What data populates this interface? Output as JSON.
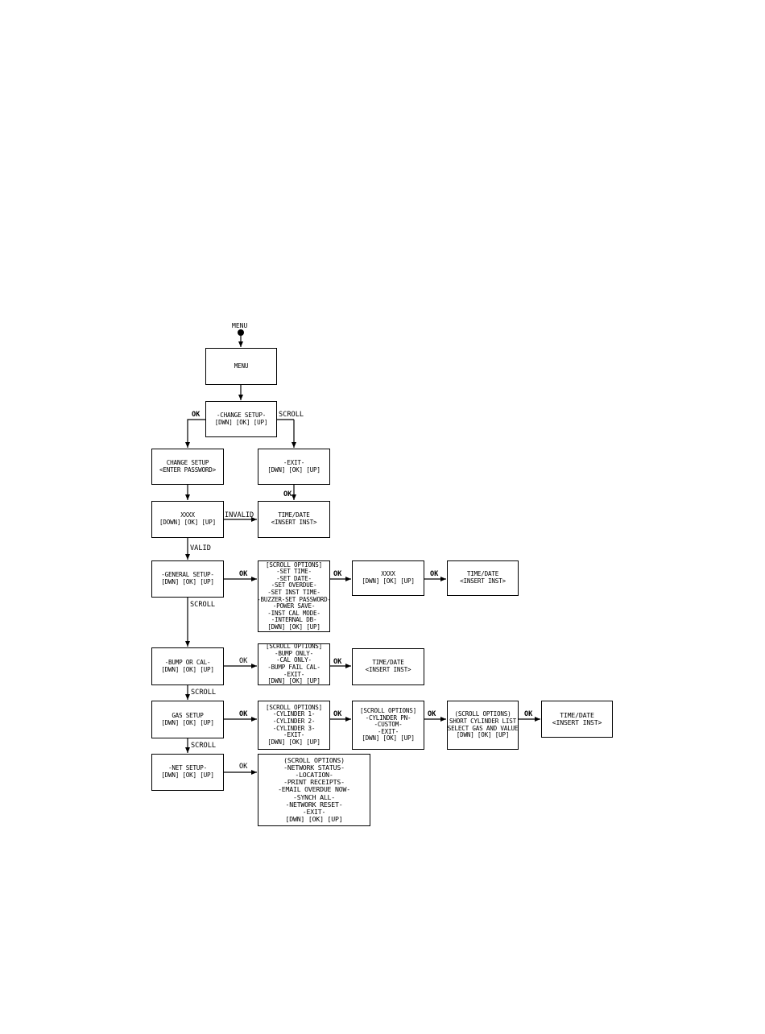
{
  "start_label": "MENU",
  "nodes": {
    "menu": [
      "MENU"
    ],
    "change_setup": [
      "-CHANGE SETUP-",
      "[DWN] [OK] [UP]"
    ],
    "change_setup_pw": [
      "CHANGE SETUP",
      "<ENTER PASSWORD>"
    ],
    "exit": [
      "-EXIT-",
      "[DWN] [OK] [UP]"
    ],
    "password": [
      "XXXX",
      "[DOWN] [OK] [UP]"
    ],
    "time_date_1": [
      "TIME/DATE",
      "<INSERT INST>"
    ],
    "general_setup": [
      "-GENERAL SETUP-",
      "[DWN] [OK] [UP]"
    ],
    "general_options": [
      "[SCROLL OPTIONS]",
      "-SET TIME-",
      "-SET DATE-",
      "-SET OVERDUE-",
      "-SET INST TIME-",
      "-BUZZER-SET PASSWORD-",
      "-POWER SAVE-",
      "-INST CAL MODE-",
      "-INTERNAL DB-",
      "[DWN] [OK] [UP]"
    ],
    "xxxx_2": [
      "XXXX",
      "[DWN] [OK] [UP]"
    ],
    "time_date_2": [
      "TIME/DATE",
      "<INSERT INST>"
    ],
    "bump_cal": [
      "-BUMP OR CAL-",
      "[DWN] [OK] [UP]"
    ],
    "bump_options": [
      "[SCROLL OPTIONS]",
      "-BUMP ONLY-",
      "-CAL ONLY-",
      "-BUMP FAIL CAL-",
      "-EXIT-",
      "[DWN] [OK] [UP]"
    ],
    "time_date_3": [
      "TIME/DATE",
      "<INSERT INST>"
    ],
    "gas_setup": [
      "GAS SETUP",
      "[DWN] [OK] [UP]"
    ],
    "gas_options": [
      "[SCROLL OPTIONS]",
      "-CYLINDER 1-",
      "-CYLINDER 2-",
      "-CYLINDER 3-",
      "-EXIT-",
      "[DWN] [OK] [UP]"
    ],
    "cylinder_options": [
      "[SCROLL OPTIONS]",
      "-CYLINDER PN-",
      "-CUSTOM-",
      "-EXIT-",
      "[DWN] [OK] [UP]"
    ],
    "short_list": [
      "(SCROLL OPTIONS)",
      "SHORT CYLINDER LIST",
      "SELECT GAS AND VALUE",
      "[DWN] [OK] [UP]"
    ],
    "time_date_4": [
      "TIME/DATE",
      "<INSERT INST>"
    ],
    "net_setup": [
      "-NET SETUP-",
      "[DWN] [OK] [UP]"
    ],
    "net_options": [
      "(SCROLL OPTIONS)",
      "-NETWORK STATUS-",
      "-LOCATION-",
      "-PRINT RECEIPTS-",
      "-EMAIL OVERDUE NOW-",
      "-SYNCH ALL-",
      "-NETWORK RESET-",
      "-EXIT-",
      "[DWN] [OK] [UP]"
    ]
  },
  "edge_labels": {
    "ok_change": "OK",
    "scroll_change": "SCROLL",
    "ok_exit": "OK",
    "invalid": "INVALID",
    "valid": "VALID",
    "ok_gen_1": "OK",
    "ok_gen_2": "OK",
    "ok_gen_3": "OK",
    "scroll_gen": "SCROLL",
    "ok_bump_1": "OK",
    "ok_bump_2": "OK",
    "scroll_bump": "SCROLL",
    "ok_gas_1": "OK",
    "ok_gas_2": "OK",
    "ok_gas_3": "OK",
    "ok_gas_4": "OK",
    "scroll_gas": "SCROLL",
    "ok_net": "OK"
  }
}
